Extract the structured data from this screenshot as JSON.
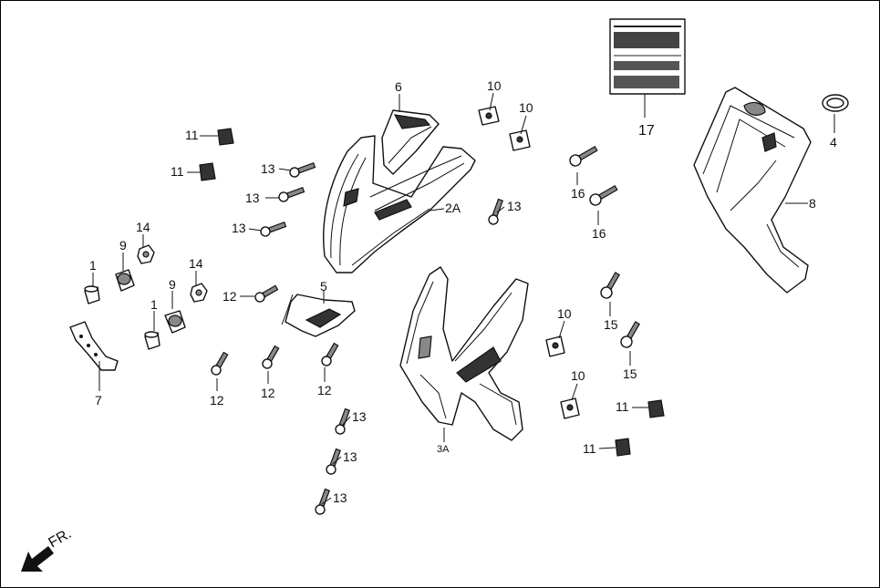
{
  "diagram": {
    "callouts": {
      "p6": "6",
      "p2a": "2A",
      "p3a": "3A",
      "p5": "5",
      "p7": "7",
      "p8": "8",
      "p4": "4",
      "p17": "17",
      "p10a": "10",
      "p10b": "10",
      "p10c": "10",
      "p10d": "10",
      "p11a": "11",
      "p11b": "11",
      "p11c": "11",
      "p11d": "11",
      "p13a": "13",
      "p13b": "13",
      "p13c": "13",
      "p13d": "13",
      "p13e": "13",
      "p13f": "13",
      "p13g": "13",
      "p14a": "14",
      "p14b": "14",
      "p9a": "9",
      "p9b": "9",
      "p1a": "1",
      "p1b": "1",
      "p12a": "12",
      "p12b": "12",
      "p12c": "12",
      "p12d": "12",
      "p15a": "15",
      "p15b": "15",
      "p16a": "16",
      "p16b": "16"
    },
    "direction_label": "FR."
  }
}
